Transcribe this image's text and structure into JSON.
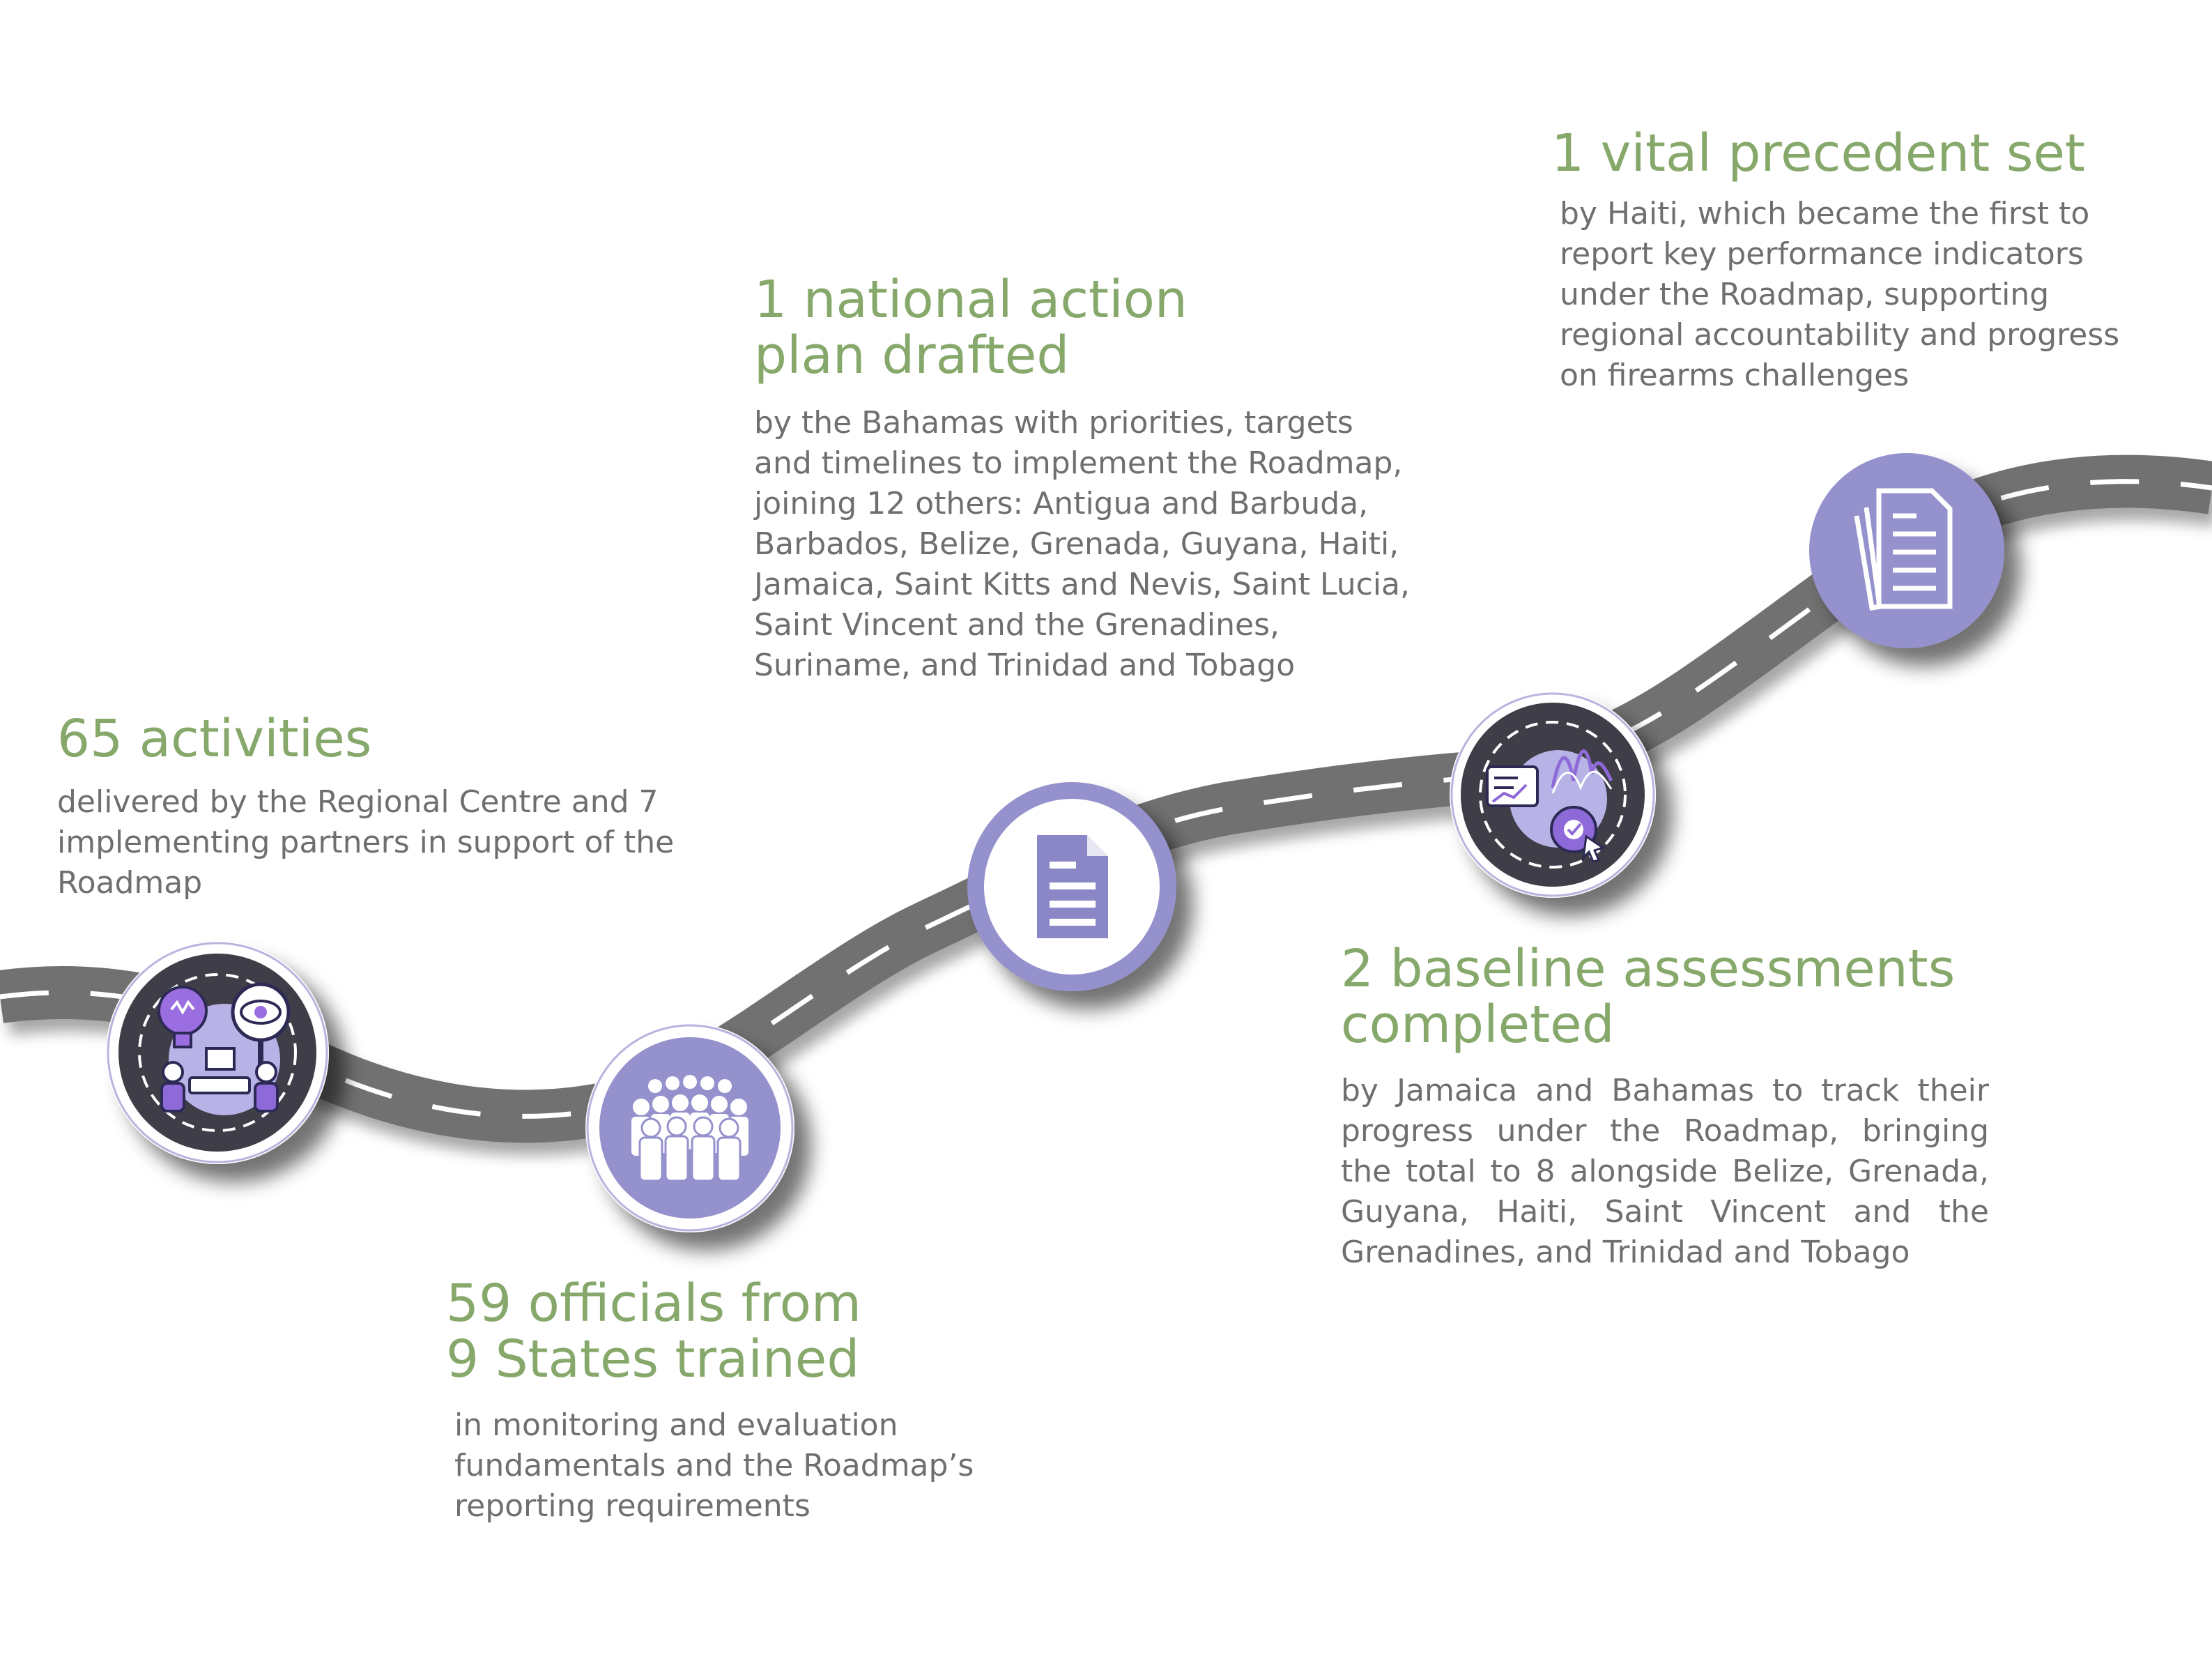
{
  "milestones": [
    {
      "heading": "65 activities",
      "text": "delivered by the Regional Centre and 7 implementing partners in support of the Roadmap",
      "icon": "workshop-icon"
    },
    {
      "heading": "59 officials from\n9 States trained",
      "text": "in monitoring and evaluation fundamentals and the Roadmap’s reporting requirements",
      "icon": "people-group-icon"
    },
    {
      "heading": "1 national action\nplan drafted",
      "text": "by the Bahamas with priorities, targets and timelines to implement the Roadmap, joining 12 others:  Antigua and Barbuda, Barbados, Belize, Grenada, Guyana, Haiti, Jamaica, Saint Kitts and Nevis, Saint Lucia, Saint Vincent and the Grenadines, Suriname, and Trinidad and Tobago",
      "icon": "document-icon"
    },
    {
      "heading": "2 baseline assessments\ncompleted",
      "text": "by Jamaica and Bahamas to track their progress under the Roadmap, bringing the total to 8 alongside Belize, Grenada, Guyana, Haiti, Saint Vincent and the Grenadines, and Trinidad and Tobago",
      "icon": "analytics-gear-icon"
    },
    {
      "heading": "1 vital precedent set",
      "text": "by Haiti, which became the first to report key performance indicators under the Roadmap, supporting regional accountability and progress on firearms challenges",
      "icon": "reports-stack-icon"
    }
  ],
  "colors": {
    "heading": "#86a86a",
    "body": "#6f6f6f",
    "road": "#717171",
    "accent_purple": "#9491cc",
    "dark_icon_bg": "#3f3d47"
  }
}
